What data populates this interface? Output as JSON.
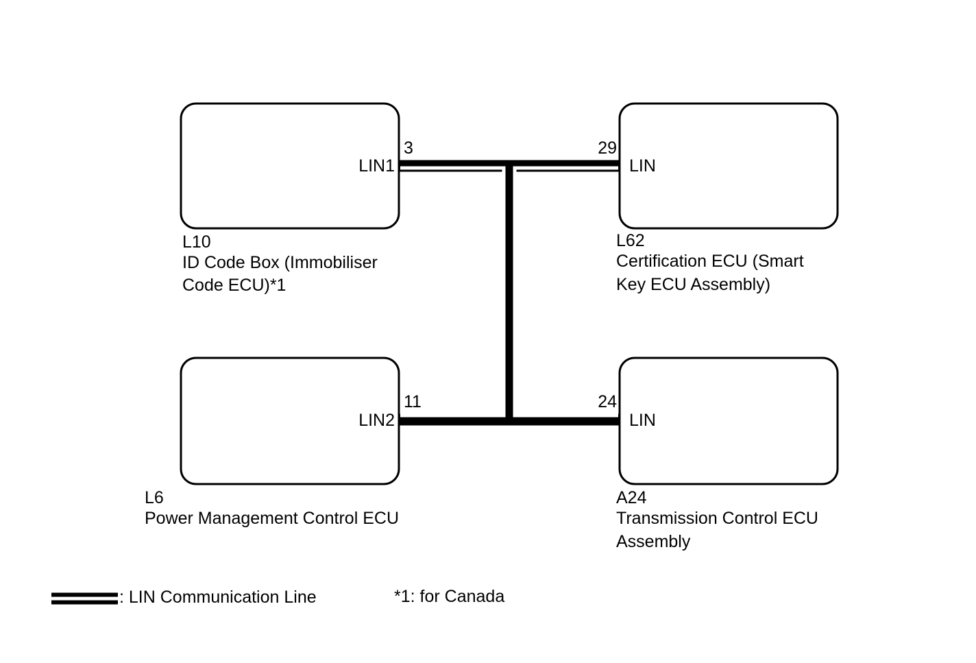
{
  "colors": {
    "line": "#000000",
    "background": "#ffffff"
  },
  "ecus": {
    "top_left": {
      "code": "L10",
      "name_line1": "ID Code Box (Immobiliser",
      "name_line2": "Code ECU)*1",
      "terminal": "LIN1",
      "pin": "3"
    },
    "top_right": {
      "code": "L62",
      "name_line1": "Certification ECU (Smart",
      "name_line2": "Key ECU Assembly)",
      "terminal": "LIN",
      "pin": "29"
    },
    "bottom_left": {
      "code": "L6",
      "name_line1": "Power Management Control ECU",
      "terminal": "LIN2",
      "pin": "11"
    },
    "bottom_right": {
      "code": "A24",
      "name_line1": "Transmission Control ECU",
      "name_line2": "Assembly",
      "terminal": "LIN",
      "pin": "24"
    }
  },
  "legend": {
    "line_label": ": LIN Communication Line",
    "note": "*1: for Canada"
  }
}
